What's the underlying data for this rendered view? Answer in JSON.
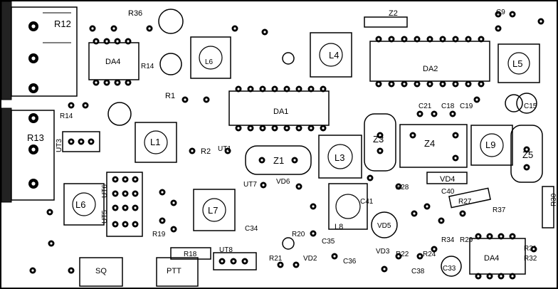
{
  "labels": {
    "R12": "R12",
    "R36": "R36",
    "Z2": "Z2",
    "C9": "C9",
    "DA4a": "DA4",
    "R14a": "R14",
    "L6a": "L6",
    "L4": "L4",
    "DA2": "DA2",
    "L5": "L5",
    "R1": "R1",
    "DA1": "DA1",
    "C21": "C21",
    "C18": "C18",
    "C19": "C19",
    "C15": "C15",
    "R14b": "R14",
    "R13": "R13",
    "UT3": "UT3",
    "L1": "L1",
    "R2": "R2",
    "UT1": "UT1",
    "Z1": "Z1",
    "Z3": "Z3",
    "L3": "L3",
    "Z4": "Z4",
    "L9": "L9",
    "Z5": "Z5",
    "VD6": "VD6",
    "VD4": "VD4",
    "UT7": "UT7",
    "L6b": "L6",
    "UT5": "UT5",
    "UT6": "UT6",
    "L7": "L7",
    "C40": "C40",
    "C41": "C41",
    "R28": "R28",
    "R27": "R27",
    "R37": "R37",
    "R30": "R30",
    "C34": "C34",
    "L8": "L8",
    "VD5": "VD5",
    "DA4b": "DA4",
    "R19": "R19",
    "R20": "R20",
    "C35": "C35",
    "R18": "R18",
    "UT8": "UT8",
    "SQ": "SQ",
    "PTT": "PTT",
    "R21": "R21",
    "VD2": "VD2",
    "C36": "C36",
    "VD3": "VD3",
    "R22": "R22",
    "R24": "R24",
    "C38": "C38",
    "R34": "R34",
    "R29": "R29",
    "R31": "R31",
    "R32": "R32",
    "C33": "C33"
  }
}
